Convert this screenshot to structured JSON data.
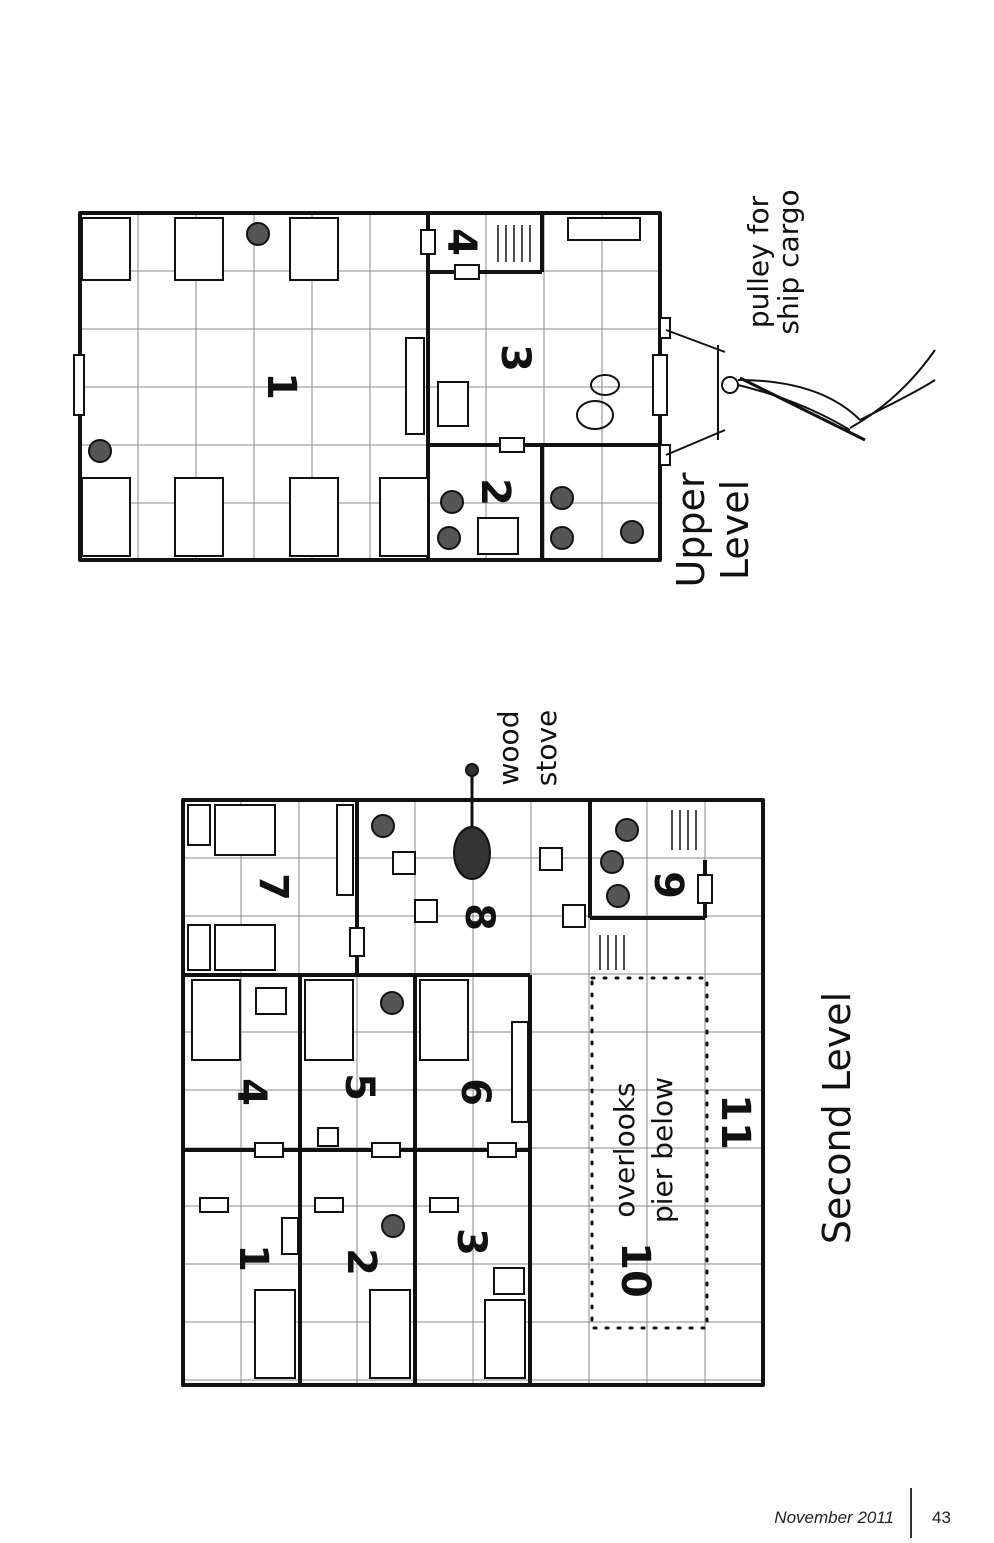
{
  "upper_level": {
    "title_line1": "Upper",
    "title_line2": "Level",
    "rooms": [
      "1",
      "2",
      "3",
      "4"
    ],
    "annotation_line1": "pulley for",
    "annotation_line2": "ship cargo"
  },
  "second_level": {
    "title": "Second Level",
    "rooms": [
      "1",
      "2",
      "3",
      "4",
      "5",
      "6",
      "7",
      "8",
      "9",
      "10",
      "11"
    ],
    "overlook_line1": "overlooks",
    "overlook_line2": "pier below",
    "stove_line1": "wood",
    "stove_line2": "stove"
  },
  "footer": {
    "date": "November 2011",
    "page_number": "43"
  }
}
